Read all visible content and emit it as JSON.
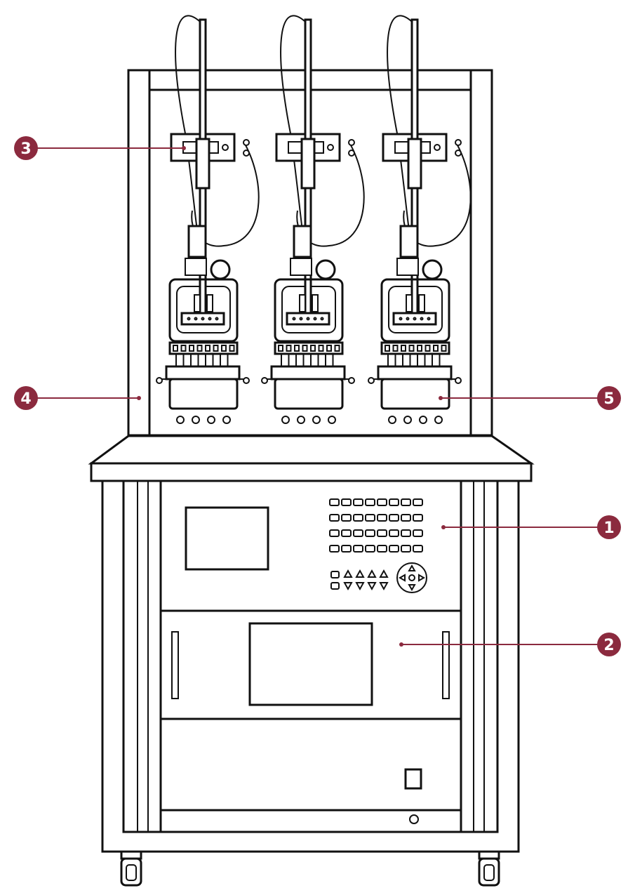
{
  "callouts": [
    {
      "id": "1",
      "label": "1",
      "target": "control-panel"
    },
    {
      "id": "2",
      "label": "2",
      "target": "source-drawer"
    },
    {
      "id": "3",
      "label": "3",
      "target": "meter-clamp"
    },
    {
      "id": "4",
      "label": "4",
      "target": "frame-post"
    },
    {
      "id": "5",
      "label": "5",
      "target": "meter-terminal-block"
    }
  ],
  "colors": {
    "callout": "#8b2a3e",
    "outline": "#111111",
    "background": "#ffffff"
  }
}
